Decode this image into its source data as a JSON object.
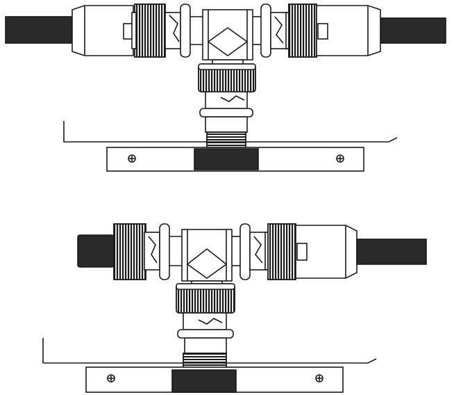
{
  "diagrams": [
    {
      "id": "top",
      "description_tags": [
        "bnc-t-connector",
        "two-cables-attached",
        "panel-mounted"
      ],
      "left_cable": "cable",
      "right_cable": "cable"
    },
    {
      "id": "bottom",
      "description_tags": [
        "bnc-t-connector",
        "one-cable-one-terminator",
        "panel-mounted"
      ],
      "left_end": "terminator",
      "right_cable": "cable"
    }
  ],
  "colors": {
    "ink": "#1a1a1a",
    "fill": "#ffffff",
    "cable": "#2a2a2a"
  }
}
